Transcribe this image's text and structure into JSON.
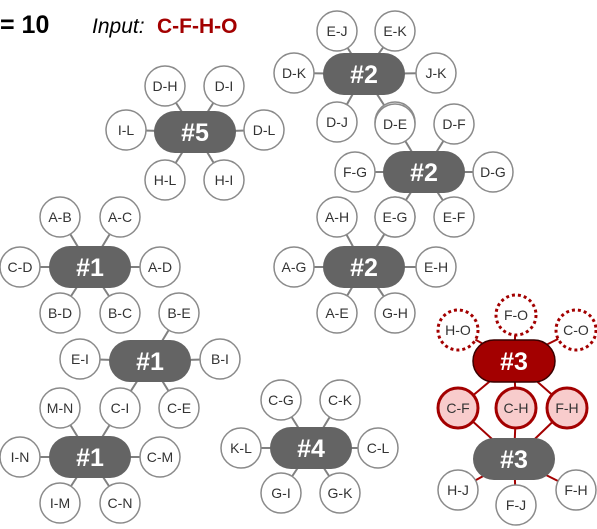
{
  "header": {
    "value_text": "= 10",
    "input_label": "Input:",
    "input_value": "C-F-H-O"
  },
  "colors": {
    "hub_gray": "#646464",
    "node_stroke_gray": "#8a8a8a",
    "edge_gray": "#808080",
    "accent_red": "#a30000",
    "accent_fill": "#f8cccc"
  },
  "clusters": [
    {
      "id": "c1",
      "hub": "#2",
      "nodes": [
        "E-J",
        "E-K",
        "D-K",
        "J-K",
        "D-J",
        "D-E"
      ]
    },
    {
      "id": "c2",
      "hub": "#5",
      "nodes": [
        "D-H",
        "D-I",
        "I-L",
        "D-L",
        "H-L",
        "H-I"
      ]
    },
    {
      "id": "c3",
      "hub": "#2",
      "nodes": [
        "D-E",
        "D-F",
        "F-G",
        "D-G",
        "E-G",
        "E-F"
      ]
    },
    {
      "id": "c4",
      "hub": "#1",
      "nodes": [
        "A-B",
        "A-C",
        "C-D",
        "A-D",
        "B-D",
        "B-C"
      ]
    },
    {
      "id": "c5",
      "hub": "#2",
      "nodes": [
        "A-H",
        "E-G",
        "A-G",
        "E-H",
        "A-E",
        "G-H"
      ]
    },
    {
      "id": "c6",
      "hub": "#1",
      "nodes": [
        "B-C",
        "B-E",
        "E-I",
        "B-I",
        "C-I",
        "C-E"
      ]
    },
    {
      "id": "c7",
      "hub": "#3",
      "nodes": [
        "H-O",
        "F-O",
        "C-O",
        "C-F",
        "C-H",
        "F-H"
      ]
    },
    {
      "id": "c8",
      "hub": "#1",
      "nodes": [
        "M-N",
        "C-I",
        "I-N",
        "C-M",
        "I-M",
        "C-N"
      ]
    },
    {
      "id": "c9",
      "hub": "#4",
      "nodes": [
        "C-G",
        "C-K",
        "K-L",
        "C-L",
        "G-I",
        "G-K"
      ]
    },
    {
      "id": "c10",
      "hub": "#3",
      "nodes": [
        "C-F",
        "C-H",
        "F-H",
        "H-J",
        "F-J",
        "F-H"
      ]
    }
  ]
}
